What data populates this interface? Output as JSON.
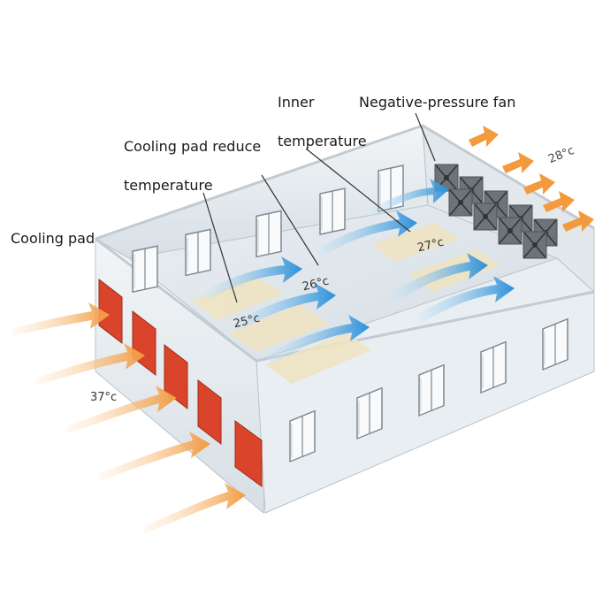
{
  "labels": {
    "cooling_pad": "Cooling pad",
    "cooling_pad_reduce_line1": "Cooling pad reduce",
    "cooling_pad_reduce_line2": "temperature",
    "inner_line1": "Inner",
    "inner_line2": "temperature",
    "negative_pressure_fan": "Negative-pressure fan"
  },
  "temperatures": {
    "outside": "37°c",
    "zone_near_pad": "25°c",
    "zone_middle": "26°c",
    "zone_far": "27°c",
    "exhaust": "28°c"
  },
  "colors": {
    "warm_air": "#f39a3e",
    "cool_air": "#2a8fd8",
    "cooling_pad": "#d9442a",
    "wall": "#e8eef2",
    "floor": "#dde6ec"
  },
  "icons": {
    "fan": "negative-pressure-fan-icon",
    "window": "window-icon"
  }
}
